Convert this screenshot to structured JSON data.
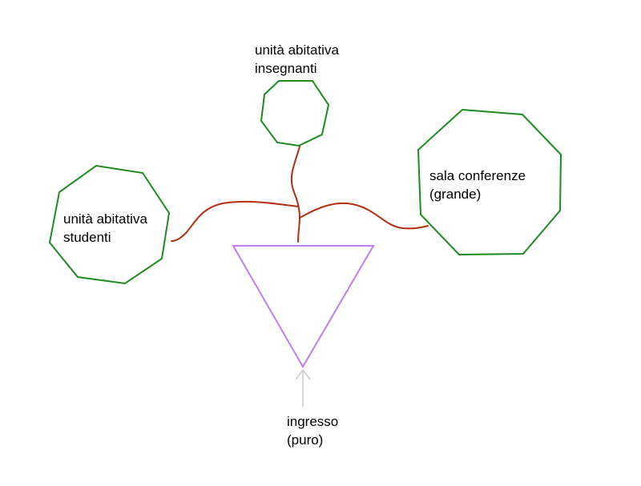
{
  "nodes": {
    "teachers_unit": {
      "line1": "unità abitativa",
      "line2": "insegnanti",
      "shape": "octagon"
    },
    "students_unit": {
      "line1": "unità abitativa",
      "line2": "studenti",
      "shape": "heptagon"
    },
    "conference_hall": {
      "line1": "sala conferenze",
      "line2": "(grande)",
      "shape": "octagon"
    },
    "entrance": {
      "line1": "ingresso",
      "line2": "(puro)",
      "shape": "inverted-triangle"
    }
  },
  "colors": {
    "room_outline": "#1f8a1f",
    "entrance_outline": "#c07ef0",
    "connector": "#b03010",
    "arrow": "#c8c8c8",
    "text": "#000000"
  }
}
